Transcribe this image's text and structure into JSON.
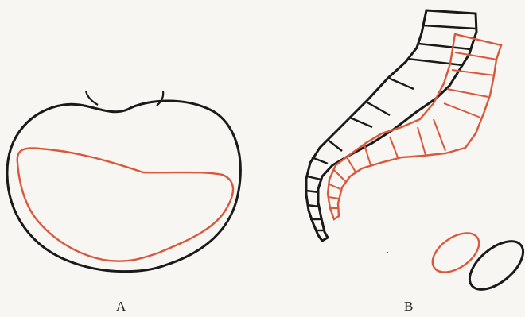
{
  "figure": {
    "panels": [
      {
        "id": "A",
        "label": "A"
      },
      {
        "id": "B",
        "label": "B"
      }
    ]
  },
  "colors": {
    "outline": "#1a1a1a",
    "overlay": "#d9583b",
    "background": "#f7f6f2"
  }
}
